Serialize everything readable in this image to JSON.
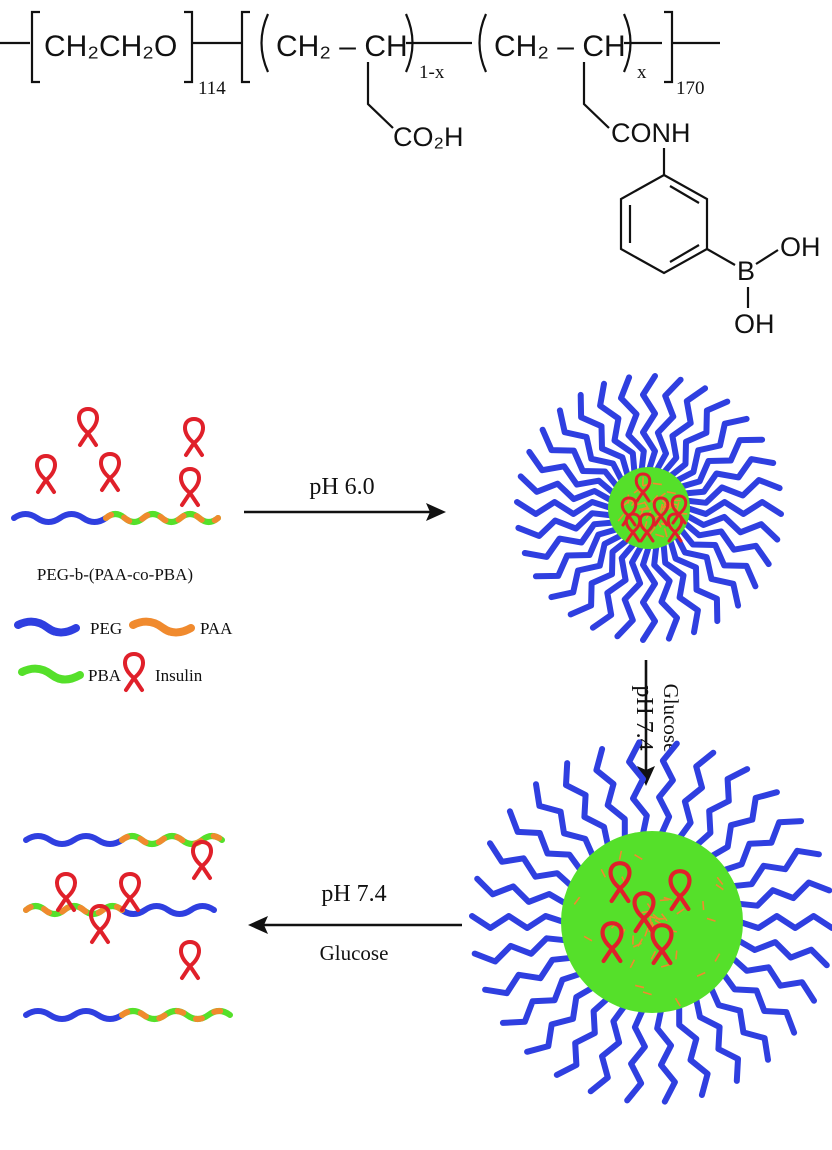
{
  "formula": {
    "peg_unit": "CH₂CH₂O",
    "peg_n": "114",
    "backbone_1": "CH₂ – CH",
    "backbone_2": "CH₂ – CH",
    "sub_1x": "1-x",
    "sub_x": "x",
    "block_n": "170",
    "group_acid": "CO₂H",
    "group_amide": "CONH",
    "boron": "B",
    "oh_1": "OH",
    "oh_2": "OH"
  },
  "scheme": {
    "step1_label": "pH 6.0",
    "polymer_name": "PEG-b-(PAA-co-PBA)",
    "step2_label_ph": "pH 7.4",
    "step2_label_glucose": "Glucose",
    "step3_label_ph": "pH 7.4",
    "step3_label_glucose": "Glucose"
  },
  "legend": [
    {
      "label": "PEG",
      "color": "#2f3fe0",
      "icon": "peg-segment-icon"
    },
    {
      "label": "PAA",
      "color": "#f08a2e",
      "icon": "paa-segment-icon"
    },
    {
      "label": "PBA",
      "color": "#55e02a",
      "icon": "pba-segment-icon"
    },
    {
      "label": "Insulin",
      "color": "#e0202a",
      "icon": "insulin-ribbon-icon"
    }
  ],
  "colors": {
    "peg": "#2f3fe0",
    "paa": "#f08a2e",
    "pba": "#55e02a",
    "insulin": "#e0202a"
  }
}
